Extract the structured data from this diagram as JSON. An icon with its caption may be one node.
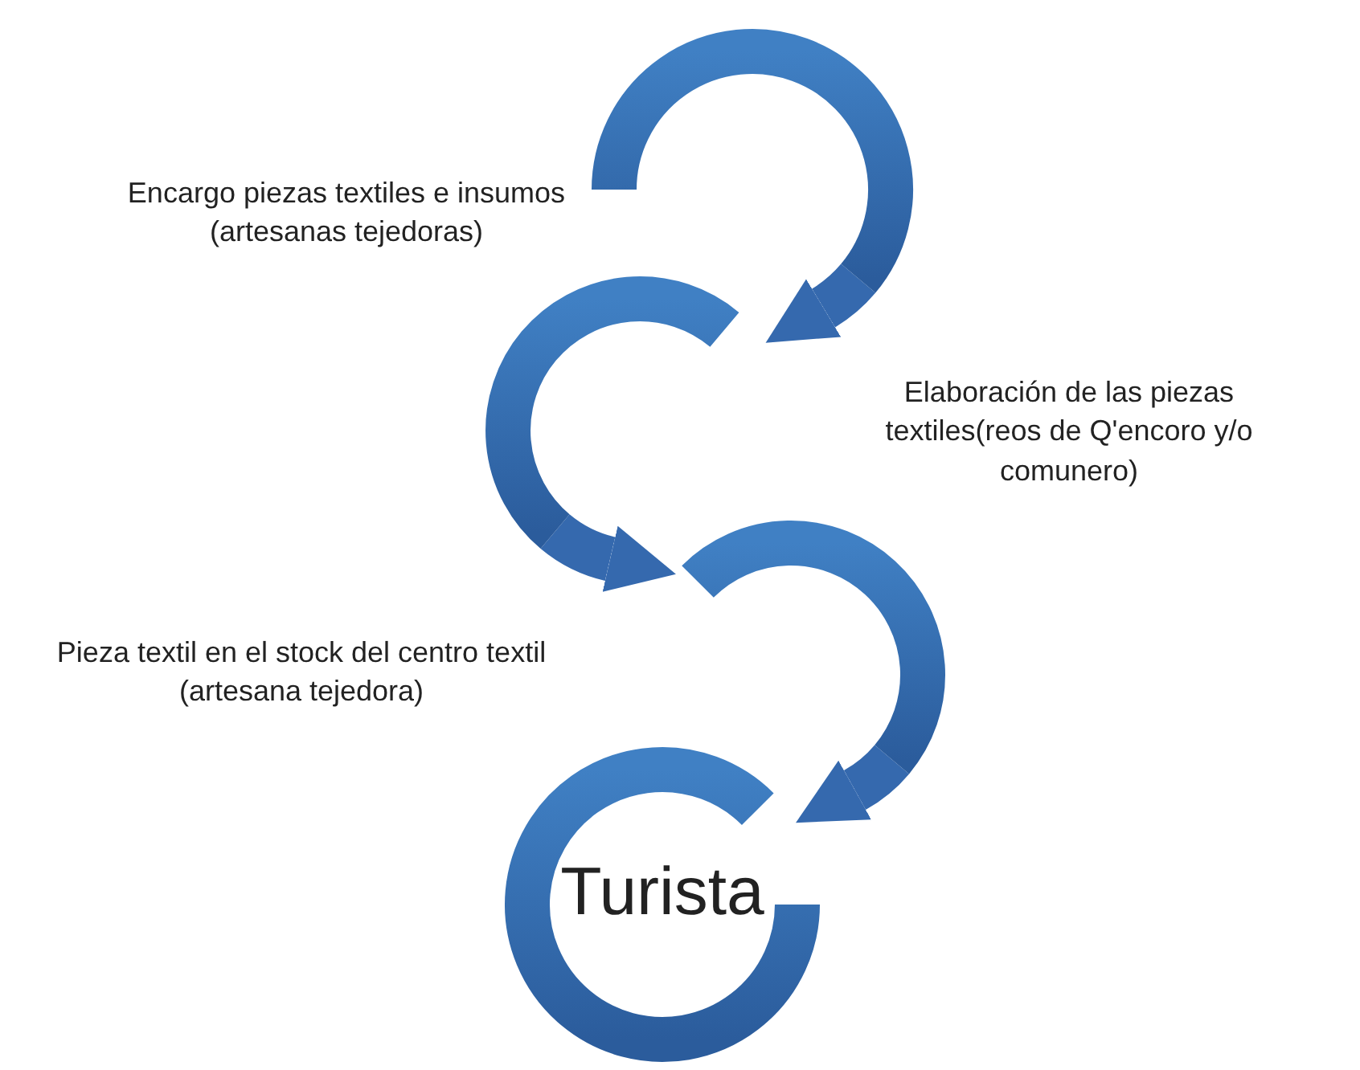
{
  "diagram": {
    "nodes": [
      {
        "text": [],
        "shape": "circle"
      },
      {
        "text": [],
        "shape": "circle"
      },
      {
        "text": [],
        "shape": "circle"
      },
      {
        "text": [
          "Turista"
        ]
      }
    ],
    "edges": [
      {
        "from": 0,
        "to": 1,
        "arrow": "to"
      },
      {
        "from": 1,
        "to": 2,
        "arrow": "to"
      },
      {
        "from": 2,
        "to": 3,
        "arrow": "to"
      }
    ],
    "labels": [
      "Encargo piezas textiles e insumos (artesanas tejedoras)",
      "Elaboración de las piezas textiles(reos de Q'encoro y/o comunero)",
      "Pieza textil en el stock del centro textil (artesana tejedora)"
    ]
  }
}
